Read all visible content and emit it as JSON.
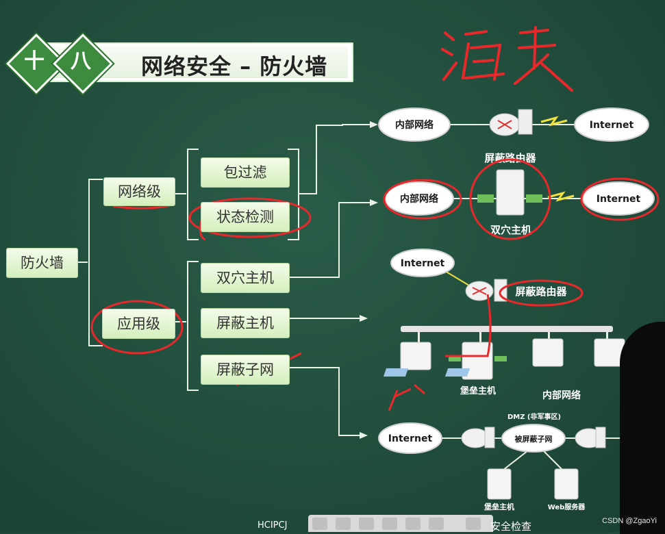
{
  "header": {
    "badge_1": "十",
    "badge_2": "八",
    "title": "网络安全 – 防火墙"
  },
  "handwriting": "海天",
  "tree": {
    "root": "防火墙",
    "level_network": "网络级",
    "level_application": "应用级",
    "packet_filter": "包过滤",
    "stateful_inspection": "状态检测",
    "dual_homed_host": "双穴主机",
    "screened_host": "屏蔽主机",
    "screened_subnet": "屏蔽子网"
  },
  "diagrams": {
    "d1": {
      "inner": "内部网络",
      "internet": "Internet",
      "device": "屏蔽路由器"
    },
    "d2": {
      "inner": "内部网络",
      "internet": "Internet",
      "device": "双穴主机"
    },
    "d3": {
      "internet": "Internet",
      "router": "屏蔽路由器",
      "bastion": "堡垒主机",
      "inner": "内部网络"
    },
    "d4": {
      "internet": "Internet",
      "dmz": "DMZ (非军事区)",
      "subnet": "被屏蔽子网",
      "bastion": "堡垒主机",
      "web": "Web服务器"
    }
  },
  "footer": {
    "credit": "CSDN @ZgaoYi",
    "toolbar_left": "HCIPCJ",
    "toolbar_right": "安全检查"
  },
  "colors": {
    "board": "#214d3c",
    "box_top": "#f3fbe9",
    "box_bottom": "#d4efbd",
    "annotation": "#e8282a",
    "badge": "#3c8b3e"
  }
}
